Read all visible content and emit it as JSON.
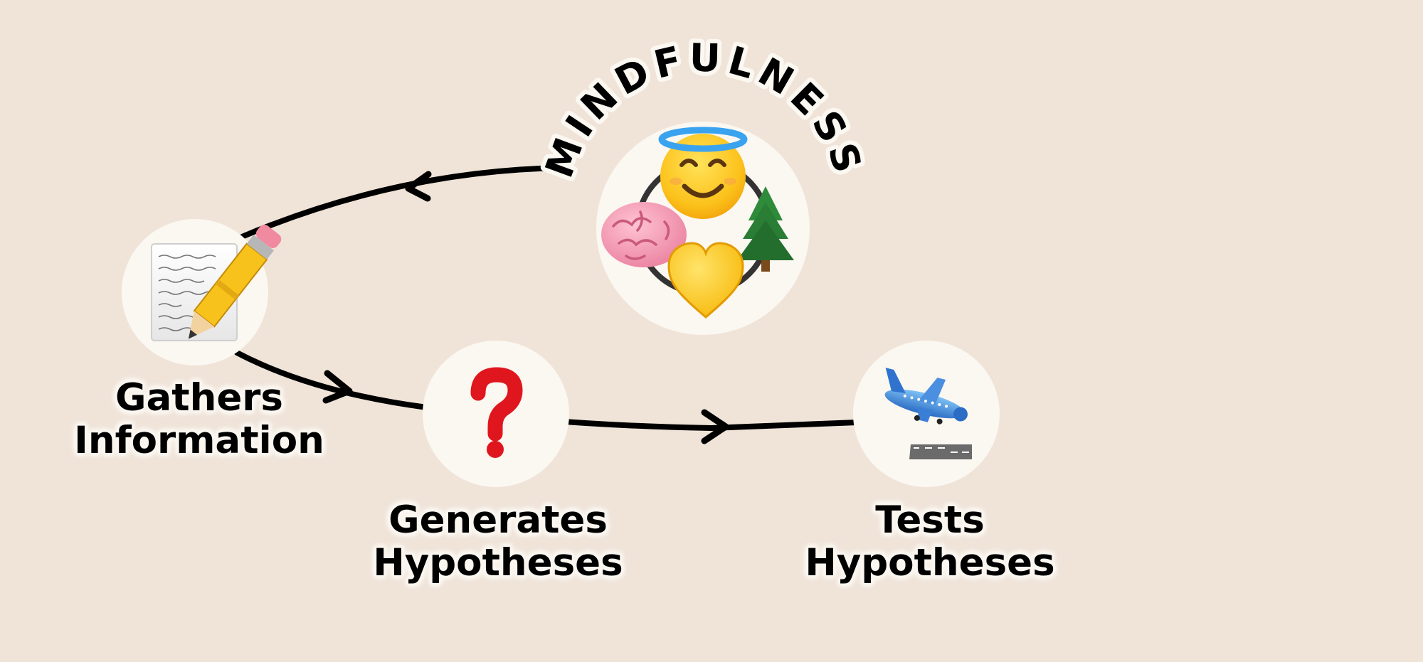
{
  "title": "MINDFULNESS",
  "nodes": {
    "gather": {
      "line1": "Gathers",
      "line2": "Information",
      "icon": "memo-pencil-icon"
    },
    "generate": {
      "line1": "Generates",
      "line2": "Hypotheses",
      "icon": "question-mark-icon"
    },
    "test": {
      "line1": "Tests",
      "line2": "Hypotheses",
      "icon": "airplane-landing-icon"
    },
    "center": {
      "icons": [
        "halo-smiley-icon",
        "brain-icon",
        "yellow-heart-icon",
        "evergreen-tree-icon"
      ]
    }
  },
  "colors": {
    "background": "#f0e4d9",
    "circle_fill": "#fbf7f1",
    "stroke": "#000000",
    "question": "#e0161e",
    "heart": "#ffc928",
    "tree": "#2f7d32",
    "brain": "#f49bb2"
  }
}
